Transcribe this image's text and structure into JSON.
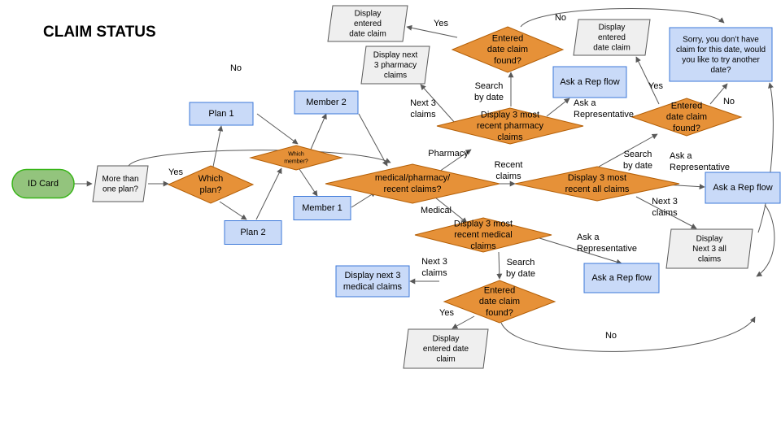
{
  "title": "CLAIM STATUS",
  "colors": {
    "terminal_fill": "#93c47d",
    "terminal_stroke": "#38b518",
    "process_fill": "#c9daf8",
    "process_stroke": "#3c78d8",
    "decision_fill": "#e69138",
    "decision_stroke": "#b45f06",
    "output_fill": "#efefef",
    "output_stroke": "#595959",
    "connector": "#595959"
  },
  "nodes": {
    "id_card": "ID Card",
    "more_than_one_plan": "More than\none plan?",
    "which_plan": "Which\nplan?",
    "plan_1": "Plan 1",
    "plan_2": "Plan 2",
    "which_member": "Which\nmember?",
    "member_2": "Member 2",
    "member_1": "Member 1",
    "claim_type": "medical/pharmacy/\nrecent claims?",
    "pharmacy_top3": "Display 3 most\nrecent pharmacy\nclaims",
    "pharmacy_next3": "Display next\n3 pharmacy\nclaims",
    "pharmacy_date_found": "Entered\ndate claim\nfound?",
    "pharmacy_date_display": "Display\nentered\ndate claim",
    "pharmacy_rep": "Ask a Rep flow",
    "recent_top3": "Display 3 most\nrecent all claims",
    "recent_date_found": "Entered\ndate claim\nfound?",
    "recent_date_display": "Display\nentered\ndate claim",
    "recent_next3": "Display\nNext 3 all\nclaims",
    "recent_rep": "Ask a Rep flow",
    "sorry": "Sorry, you don’t have\nclaim for this date, would\nyou like to try another\ndate?",
    "medical_top3": "Display 3 most\nrecent medical\nclaims",
    "medical_next3": "Display next 3\nmedical claims",
    "medical_date_found": "Entered\ndate claim\nfound?",
    "medical_date_display": "Display\nentered date\nclaim",
    "medical_rep": "Ask a Rep flow"
  },
  "edge_labels": {
    "yes_plan": "Yes",
    "no_plan": "No",
    "pharmacy": "Pharmacy",
    "recent_claims": "Recent\nclaims",
    "medical": "Medical",
    "pharm_next3": "Next 3\nclaims",
    "pharm_search": "Search\nby date",
    "pharm_ask": "Ask a\nRepresentative",
    "pharm_yes": "Yes",
    "pharm_no": "No",
    "recent_search": "Search\nby date",
    "recent_ask": "Ask a\nRepresentative",
    "recent_next3": "Next 3\nclaims",
    "recent_yes": "Yes",
    "recent_no": "No",
    "med_next3": "Next 3\nclaims",
    "med_search": "Search\nby date",
    "med_ask": "Ask a\nRepresentative",
    "med_yes": "Yes",
    "med_no": "No"
  }
}
